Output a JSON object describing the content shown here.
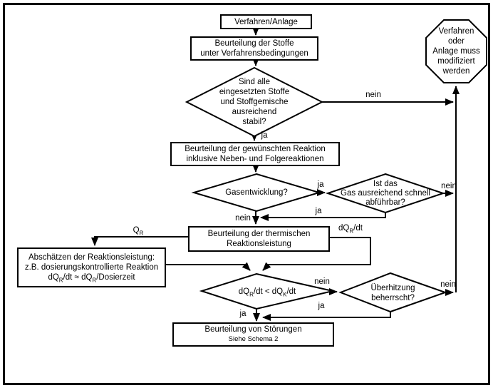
{
  "nodes": {
    "start": {
      "lines": [
        "Verfahren/Anlage"
      ]
    },
    "assess_substances": {
      "lines": [
        "Beurteilung der Stoffe",
        "unter Verfahrensbedingungen"
      ]
    },
    "stable_decision": {
      "lines": [
        "Sind alle",
        "eingesetzten Stoffe",
        "und Stoffgemische",
        "ausreichend",
        "stabil?"
      ]
    },
    "modify": {
      "lines": [
        "Verfahren",
        "oder",
        "Anlage muss",
        "modifiziert",
        "werden"
      ]
    },
    "assess_reaction": {
      "lines": [
        "Beurteilung der gewünschten Reaktion",
        "inklusive Neben- und Folgereaktionen"
      ]
    },
    "gas_decision": {
      "lines": [
        "Gasentwicklung?"
      ]
    },
    "gas_removal_decision": {
      "lines": [
        "Ist das",
        "Gas ausreichend schnell",
        "abführbar?"
      ]
    },
    "thermal": {
      "lines": [
        "Beurteilung der thermischen",
        "Reaktionsleistung"
      ]
    },
    "estimate": {
      "lines": [
        "Abschätzen der Reaktionsleistung:",
        "z.B. dosierungskontrollierte Reaktion"
      ],
      "formula": {
        "p1": "dQ",
        "s1": "R",
        "p2": "/dt ≈ dQ",
        "s2": "R",
        "p3": "/Dosierzeit"
      }
    },
    "power_decision": {
      "formula": {
        "p1": "dQ",
        "s1": "R",
        "p2": "/dt < dQ",
        "s2": "K",
        "p3": "/dt"
      }
    },
    "overheat_decision": {
      "lines": [
        "Überhitzung",
        "beherrscht?"
      ]
    },
    "disturbance": {
      "title": "Beurteilung von Störungen",
      "subtitle": "Siehe Schema 2"
    }
  },
  "labels": {
    "ja": "ja",
    "nein": "nein",
    "qr": {
      "p1": "Q",
      "s1": "R"
    },
    "dqrdt": {
      "p1": "dQ",
      "s1": "R",
      "p2": "/dt"
    }
  },
  "colors": {
    "stroke": "#000000",
    "background": "#ffffff"
  }
}
